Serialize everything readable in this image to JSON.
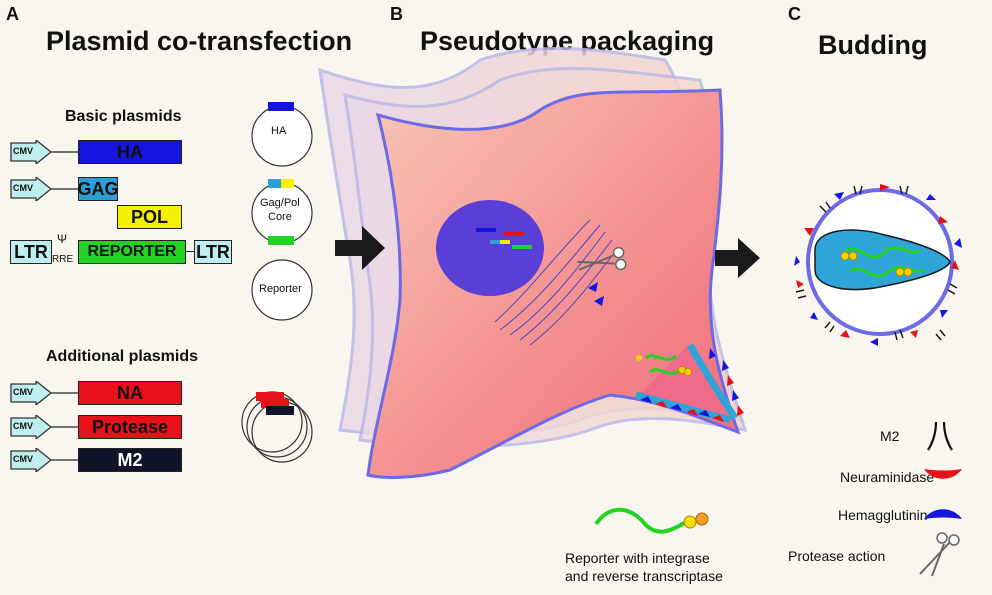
{
  "panels": {
    "a": {
      "letter": "A",
      "title": "Plasmid co-transfection"
    },
    "b": {
      "letter": "B",
      "title": "Pseudotype packaging"
    },
    "c": {
      "letter": "C",
      "title": "Budding"
    }
  },
  "basic": {
    "title": "Basic plasmids",
    "cmv": "CMV",
    "ha": "HA",
    "gag": "GAG",
    "pol": "POL",
    "ltr_left": "LTR",
    "psi": "Ψ",
    "rre": "RRE",
    "reporter": "REPORTER",
    "ltr_right": "LTR"
  },
  "additional": {
    "title": "Additional plasmids",
    "na": "NA",
    "protease": "Protease",
    "m2": "M2"
  },
  "circles": {
    "ha": "HA",
    "gagpol_line1": "Gag/Pol",
    "gagpol_line2": "Core",
    "reporter": "Reporter"
  },
  "legend": {
    "m2": "M2",
    "neuraminidase": "Neuraminidase",
    "hemagglutinin": "Hemagglutinin",
    "protease": "Protease action"
  },
  "caption": {
    "line1": "Reporter with integrase",
    "line2": "and reverse transcriptase"
  },
  "colors": {
    "ha": "#1515e0",
    "gag": "#2b9fd6",
    "pol": "#f5f000",
    "reporter": "#22d322",
    "ltr": "#bfeeee",
    "na": "#e8101a",
    "protease": "#e8101a",
    "m2": "#10142a",
    "cell": "#f4a4a4",
    "nucleus": "#5a3fd6",
    "virion_core": "#2ea4d8"
  }
}
